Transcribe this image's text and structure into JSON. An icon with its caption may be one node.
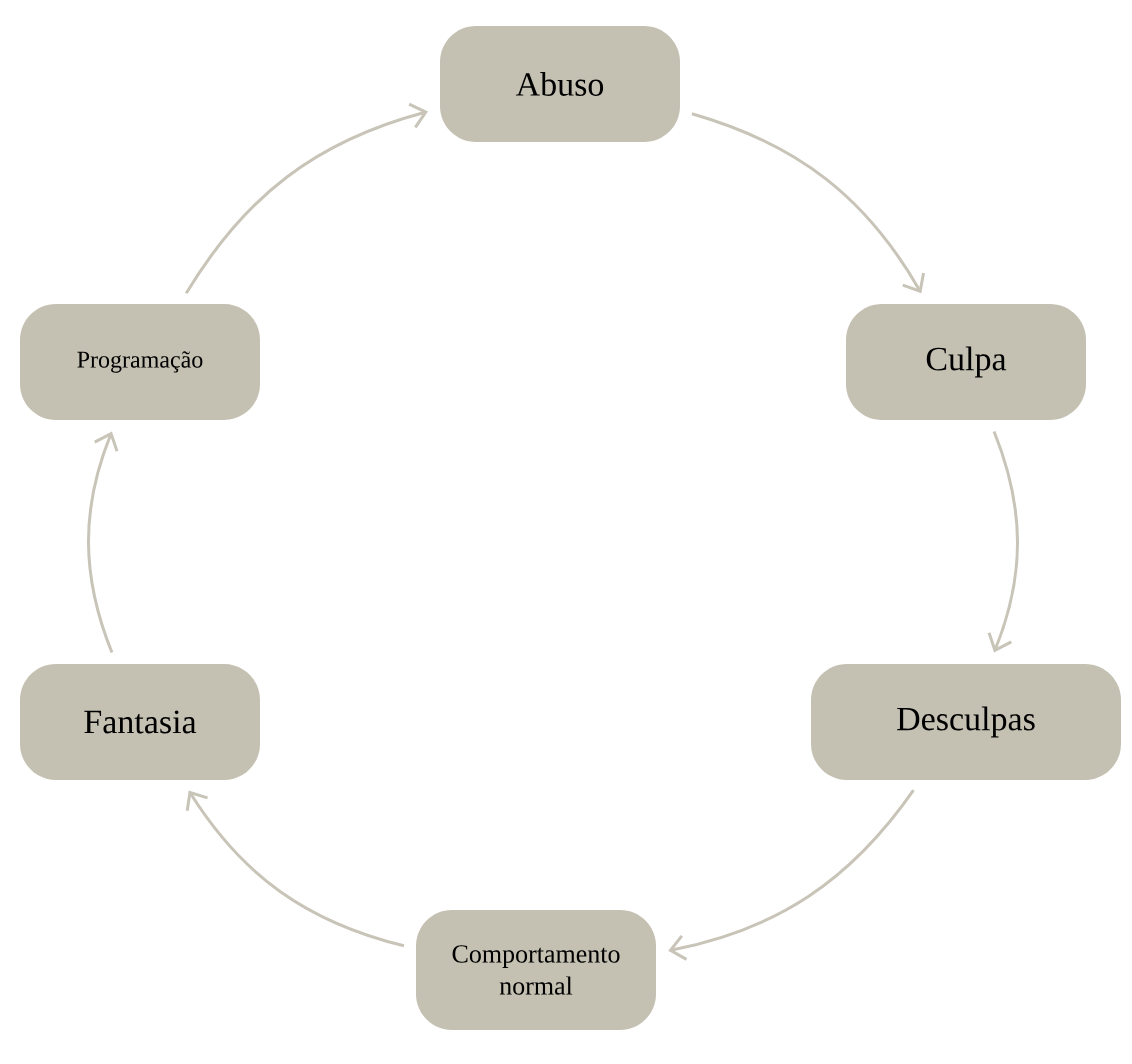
{
  "diagram": {
    "nodes": [
      {
        "text": [
          "Abuso"
        ]
      },
      {
        "text": [
          "Culpa"
        ]
      },
      {
        "text": [
          "Desculpas"
        ]
      },
      {
        "text": [
          "Comportamento normal"
        ]
      },
      {
        "text": [
          "Fantasia"
        ]
      },
      {
        "text": [
          "Programação"
        ]
      }
    ],
    "edges": [
      {
        "from": 0,
        "to": 1,
        "arrow": "to"
      },
      {
        "from": 1,
        "to": 2,
        "arrow": "to"
      },
      {
        "from": 2,
        "to": 3,
        "arrow": "to"
      },
      {
        "from": 3,
        "to": 4,
        "arrow": "to"
      },
      {
        "from": 4,
        "to": 5,
        "arrow": "to"
      },
      {
        "from": 5,
        "to": 0,
        "arrow": "to"
      }
    ]
  }
}
